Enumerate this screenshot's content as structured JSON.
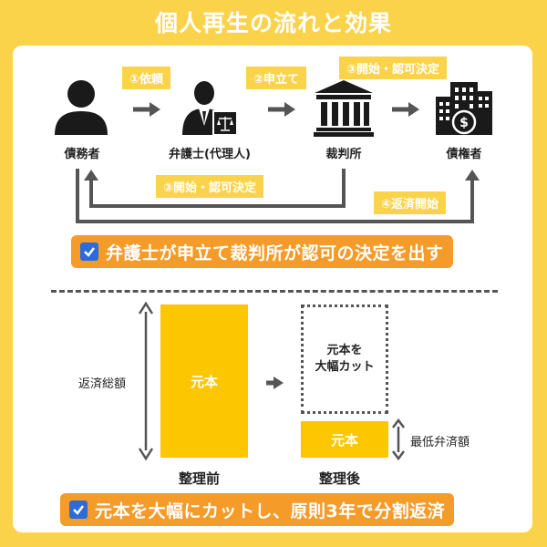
{
  "title": "個人再生の流れと効果",
  "flow": {
    "nodes": [
      {
        "id": "debtor",
        "label": "債務者",
        "icon": "person-icon"
      },
      {
        "id": "lawyer",
        "label": "弁護士(代理人)",
        "icon": "lawyer-icon"
      },
      {
        "id": "court",
        "label": "裁判所",
        "icon": "courthouse-icon"
      },
      {
        "id": "creditor",
        "label": "債権者",
        "icon": "bank-building-icon"
      }
    ],
    "tags": {
      "request": "①依頼",
      "filing": "②申立て",
      "start_top": "③開始・認可決定",
      "start_bottom": "③開始・認可決定",
      "repayment": "④返済開始"
    }
  },
  "banner_top": "弁護士が申立て裁判所が認可の決定を出す",
  "comparison": {
    "total_label": "返済総額",
    "principal_before": "元本",
    "cut_text_line1": "元本を",
    "cut_text_line2": "大幅カット",
    "principal_after": "元本",
    "minimum_label": "最低弁済額",
    "before_label": "整理前",
    "after_label": "整理後"
  },
  "banner_bottom": "元本を大幅にカットし、原則3年で分割返済",
  "colors": {
    "background": "#FBD34A",
    "banner": "#F49B2A",
    "bar": "#FCC600",
    "check": "#2D6BD8",
    "arrow": "#555555"
  }
}
